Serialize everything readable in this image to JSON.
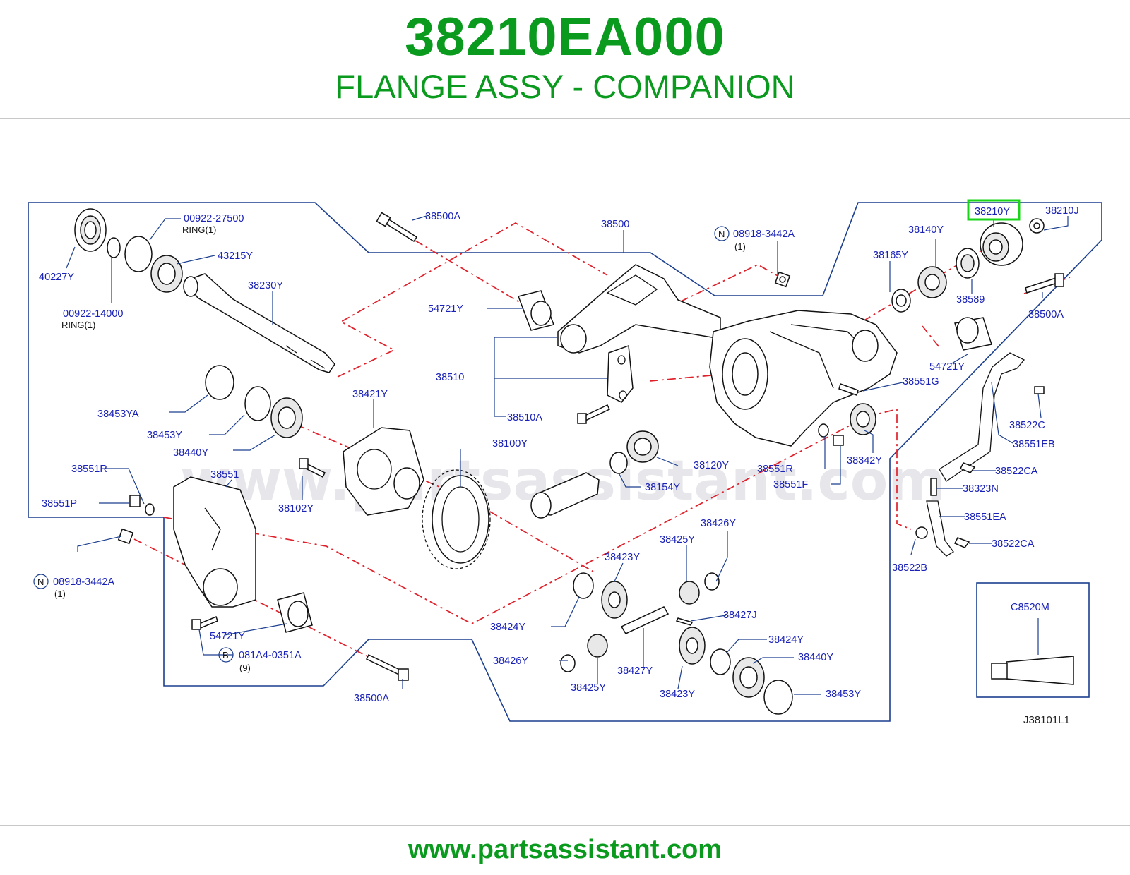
{
  "header": {
    "part_number": "38210EA000",
    "part_name": "FLANGE ASSY - COMPANION"
  },
  "footer": {
    "website": "www.partsassistant.com"
  },
  "watermark": "www.partsassistant.com",
  "diagram": {
    "figure_code": "J38101L1",
    "highlight_color": "#1ad41a",
    "callouts": {
      "c_38500A_top": "38500A",
      "c_38500": "38500",
      "c_08918_top": "08918-3442A",
      "c_08918_top_qty": "(1)",
      "c_38210Y": "38210Y",
      "c_38210J": "38210J",
      "c_38140Y": "38140Y",
      "c_38165Y": "38165Y",
      "c_38589": "38589",
      "c_38500A_right": "38500A",
      "c_00922_27500": "00922-27500",
      "c_ring1_a": "RING(1)",
      "c_43215Y": "43215Y",
      "c_40227Y": "40227Y",
      "c_38230Y": "38230Y",
      "c_00922_14000": "00922-14000",
      "c_ring1_b": "RING(1)",
      "c_54721Y_top": "54721Y",
      "c_38510": "38510",
      "c_38510A": "38510A",
      "c_54721Y_right": "54721Y",
      "c_38551G": "38551G",
      "c_38421Y": "38421Y",
      "c_38453YA": "38453YA",
      "c_38453Y_left": "38453Y",
      "c_38440Y_left": "38440Y",
      "c_38100Y": "38100Y",
      "c_38120Y": "38120Y",
      "c_38154Y": "38154Y",
      "c_38551R_mid": "38551R",
      "c_38551F": "38551F",
      "c_38342Y": "38342Y",
      "c_38522C": "38522C",
      "c_38551EB": "38551EB",
      "c_38522CA_a": "38522CA",
      "c_38323N": "38323N",
      "c_38551EA": "38551EA",
      "c_38522CA_b": "38522CA",
      "c_38522B": "38522B",
      "c_38551R_left": "38551R",
      "c_38551": "38551",
      "c_38551P": "38551P",
      "c_38102Y": "38102Y",
      "c_08918_left": "08918-3442A",
      "c_08918_left_qty": "(1)",
      "c_54721Y_bottom": "54721Y",
      "c_081A4": "081A4-0351A",
      "c_081A4_qty": "(9)",
      "c_38500A_bottom": "38500A",
      "c_38426Y_top": "38426Y",
      "c_38425Y_top": "38425Y",
      "c_38423Y_top": "38423Y",
      "c_38427J": "38427J",
      "c_38424Y_left": "38424Y",
      "c_38424Y_right": "38424Y",
      "c_38440Y_right": "38440Y",
      "c_38426Y_bottom": "38426Y",
      "c_38427Y": "38427Y",
      "c_38425Y_bottom": "38425Y",
      "c_38423Y_bottom": "38423Y",
      "c_38453Y_bottom": "38453Y",
      "c_C8520M": "C8520M"
    },
    "symbols": {
      "nut_symbol": "N",
      "bolt_symbol": "B"
    }
  }
}
